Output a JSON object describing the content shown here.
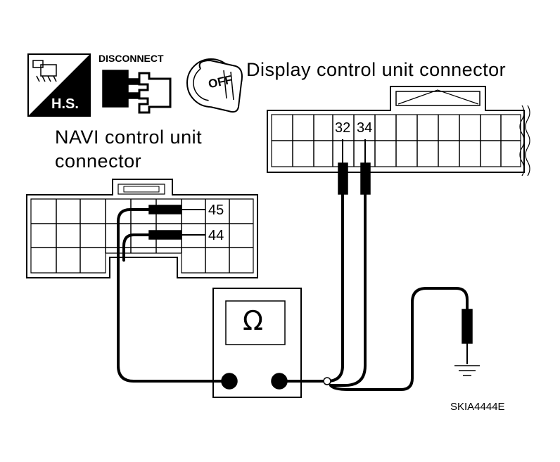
{
  "labels": {
    "display_connector": "Display control unit connector",
    "navi_connector_line1": "NAVI control unit",
    "navi_connector_line2": "connector",
    "disconnect": "DISCONNECT",
    "hs": "H.S.",
    "off": "OFF",
    "ohm": "Ω",
    "figure_id": "SKIA4444E"
  },
  "pins": {
    "display_a": "32",
    "display_b": "34",
    "navi_a": "45",
    "navi_b": "44"
  }
}
